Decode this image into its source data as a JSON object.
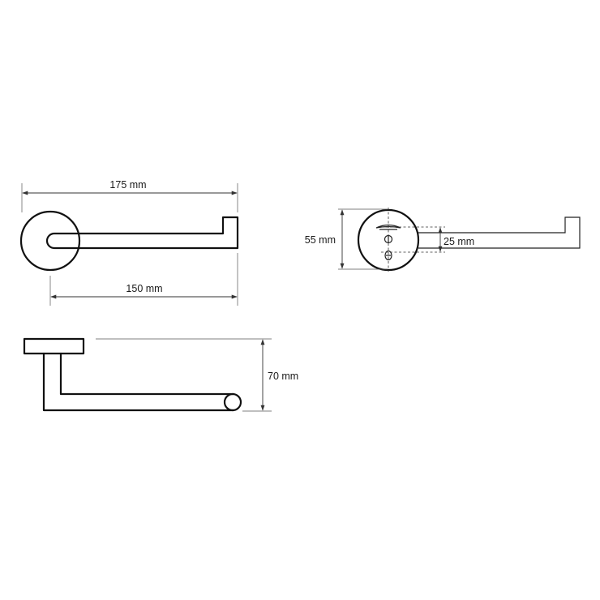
{
  "dimensions": {
    "total_length": "175 mm",
    "arm_length": "150 mm",
    "rosette_diameter": "55 mm",
    "hole_spacing": "25 mm",
    "projection": "70 mm"
  }
}
